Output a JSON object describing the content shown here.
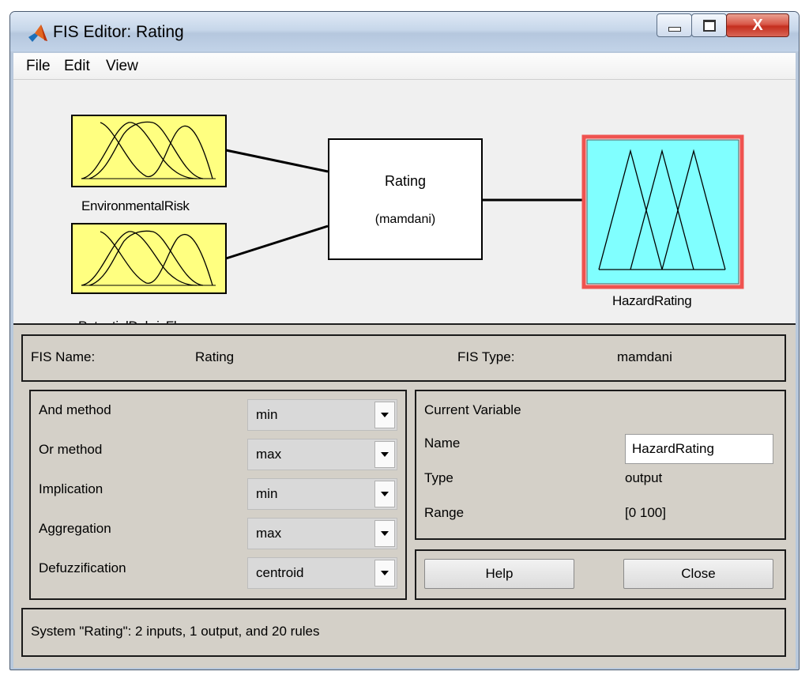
{
  "window": {
    "title": "FIS Editor: Rating",
    "minimize_icon": "minimize-icon",
    "maximize_icon": "maximize-icon",
    "close_glyph": "X"
  },
  "menu": {
    "file": "File",
    "edit": "Edit",
    "view": "View"
  },
  "diagram": {
    "inputs": [
      {
        "label": "EnvironmentalRisk",
        "color": "#ffff80"
      },
      {
        "label": "PotentialDebrisFlow",
        "color": "#ffff80"
      }
    ],
    "system": {
      "name": "Rating",
      "type": "(mamdani)"
    },
    "output": {
      "label": "HazardRating",
      "color": "#80ffff",
      "highlight": "#ef5350"
    }
  },
  "fis": {
    "name_label": "FIS Name:",
    "name_value": "Rating",
    "type_label": "FIS Type:",
    "type_value": "mamdani"
  },
  "methods": [
    {
      "label": "And method",
      "value": "min"
    },
    {
      "label": "Or method",
      "value": "max"
    },
    {
      "label": "Implication",
      "value": "min"
    },
    {
      "label": "Aggregation",
      "value": "max"
    },
    {
      "label": "Defuzzification",
      "value": "centroid"
    }
  ],
  "current_variable": {
    "heading": "Current Variable",
    "name_label": "Name",
    "name_value": "HazardRating",
    "type_label": "Type",
    "type_value": "output",
    "range_label": "Range",
    "range_value": "[0 100]"
  },
  "buttons": {
    "help": "Help",
    "close": "Close"
  },
  "status": "System \"Rating\": 2 inputs, 1 output, and 20 rules"
}
